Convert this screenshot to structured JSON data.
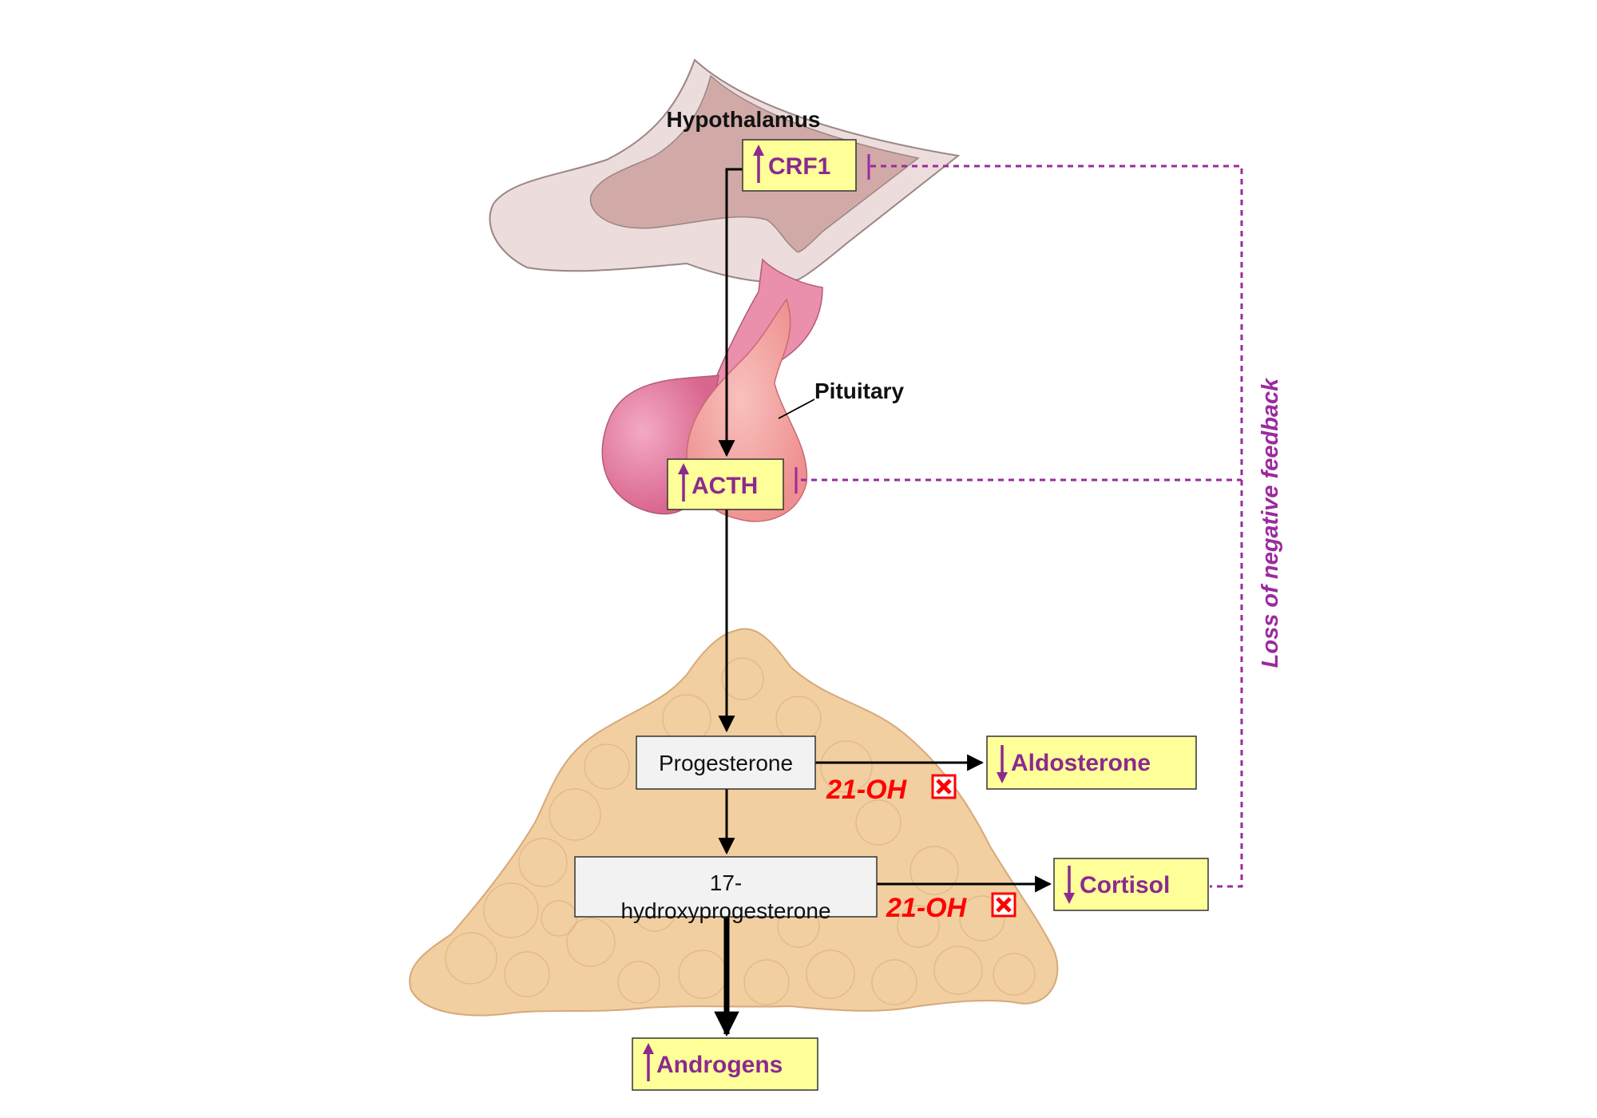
{
  "colors": {
    "hormone_text": "#8b2a8f",
    "hormone_box_fill": "#ffff99",
    "steroid_box_fill": "#f2f2f2",
    "enzyme_text": "#ff0000",
    "feedback_line": "#9b2a9e",
    "adrenal_fill": "#f2cfa0",
    "pituitary_fill": "#e985a4",
    "hypothalamus_fill": "#ecdcdc"
  },
  "organs": {
    "hypothalamus": "Hypothalamus",
    "pituitary": "Pituitary"
  },
  "hormones": {
    "crf1": {
      "label": "CRF1",
      "direction": "up"
    },
    "acth": {
      "label": "ACTH",
      "direction": "up"
    },
    "aldosterone": {
      "label": "Aldosterone",
      "direction": "down"
    },
    "cortisol": {
      "label": "Cortisol",
      "direction": "down"
    },
    "androgens": {
      "label": "Androgens",
      "direction": "up"
    }
  },
  "steroids": {
    "progesterone": "Progesterone",
    "hydroxyprogesterone_line1": "17-",
    "hydroxyprogesterone_line2": "hydroxyprogesterone"
  },
  "enzyme_blocks": [
    {
      "label": "21-OH",
      "status_icon": "blocked-x-icon"
    },
    {
      "label": "21-OH",
      "status_icon": "blocked-x-icon"
    }
  ],
  "feedback": {
    "label": "Loss of negative feedback"
  }
}
